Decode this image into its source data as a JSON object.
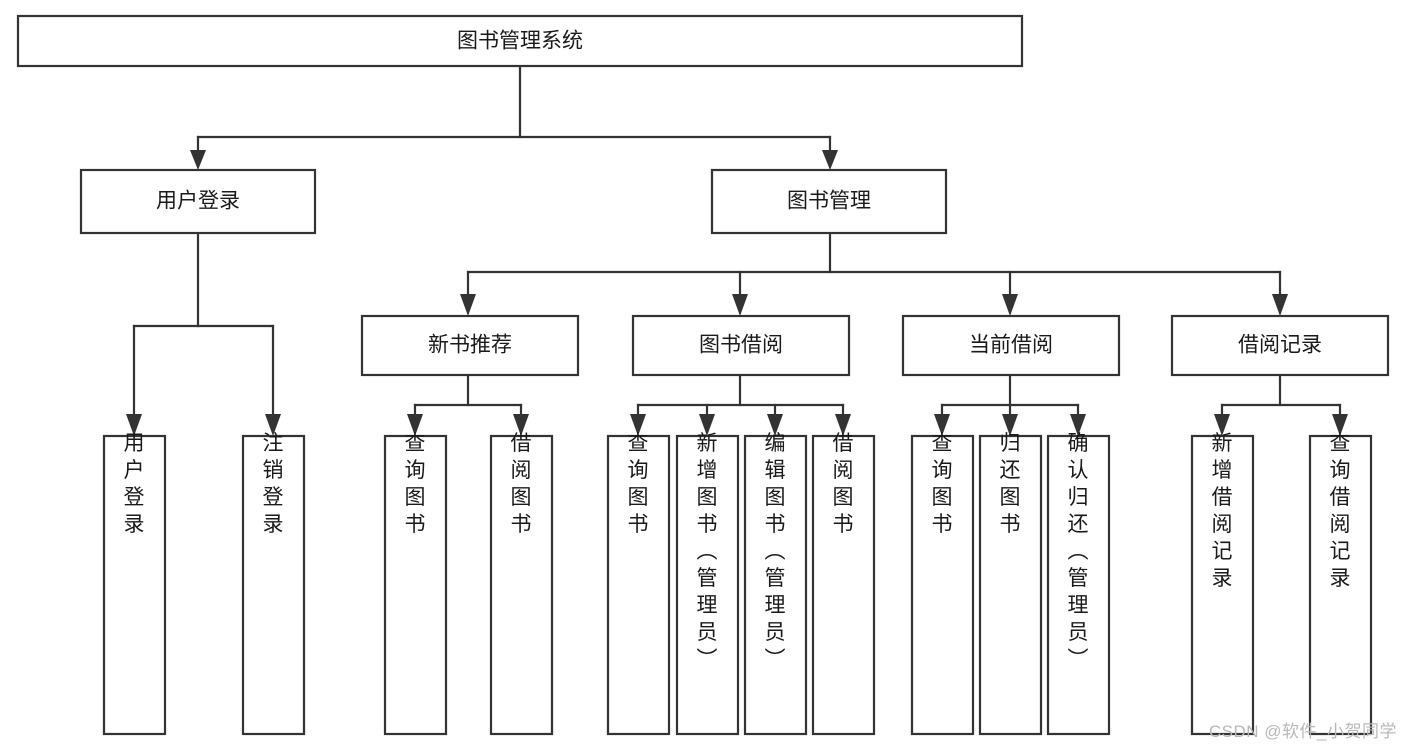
{
  "diagram": {
    "title": "图书管理系统",
    "watermark": "CSDN @软件_小贺同学",
    "nodes": {
      "root": {
        "label": "图书管理系统"
      },
      "level2": [
        {
          "id": "user-login",
          "label": "用户登录"
        },
        {
          "id": "book-management",
          "label": "图书管理"
        }
      ],
      "level3": [
        {
          "id": "new-book-recommend",
          "label": "新书推荐"
        },
        {
          "id": "book-borrow",
          "label": "图书借阅"
        },
        {
          "id": "current-borrow",
          "label": "当前借阅"
        },
        {
          "id": "borrow-record",
          "label": "借阅记录"
        }
      ],
      "leaves": {
        "user-login": [
          {
            "id": "leaf-user-login",
            "label": "用户登录"
          },
          {
            "id": "leaf-logout",
            "label": "注销登录"
          }
        ],
        "new-book-recommend": [
          {
            "id": "leaf-query-book-1",
            "label": "查询图书"
          },
          {
            "id": "leaf-borrow-book-1",
            "label": "借阅图书"
          }
        ],
        "book-borrow": [
          {
            "id": "leaf-query-book-2",
            "label": "查询图书"
          },
          {
            "id": "leaf-add-book",
            "label": "新增图书（管理员）"
          },
          {
            "id": "leaf-edit-book",
            "label": "编辑图书（管理员）"
          },
          {
            "id": "leaf-borrow-book-2",
            "label": "借阅图书"
          }
        ],
        "current-borrow": [
          {
            "id": "leaf-query-book-3",
            "label": "查询图书"
          },
          {
            "id": "leaf-return-book",
            "label": "归还图书"
          },
          {
            "id": "leaf-confirm-return",
            "label": "确认归还（管理员）"
          }
        ],
        "borrow-record": [
          {
            "id": "leaf-add-record",
            "label": "新增借阅记录"
          },
          {
            "id": "leaf-query-record",
            "label": "查询借阅记录"
          }
        ]
      }
    },
    "colors": {
      "stroke": "#333333",
      "box_fill": "#ffffff",
      "text": "#1a1a1a",
      "watermark": "#b8b8b8"
    }
  }
}
